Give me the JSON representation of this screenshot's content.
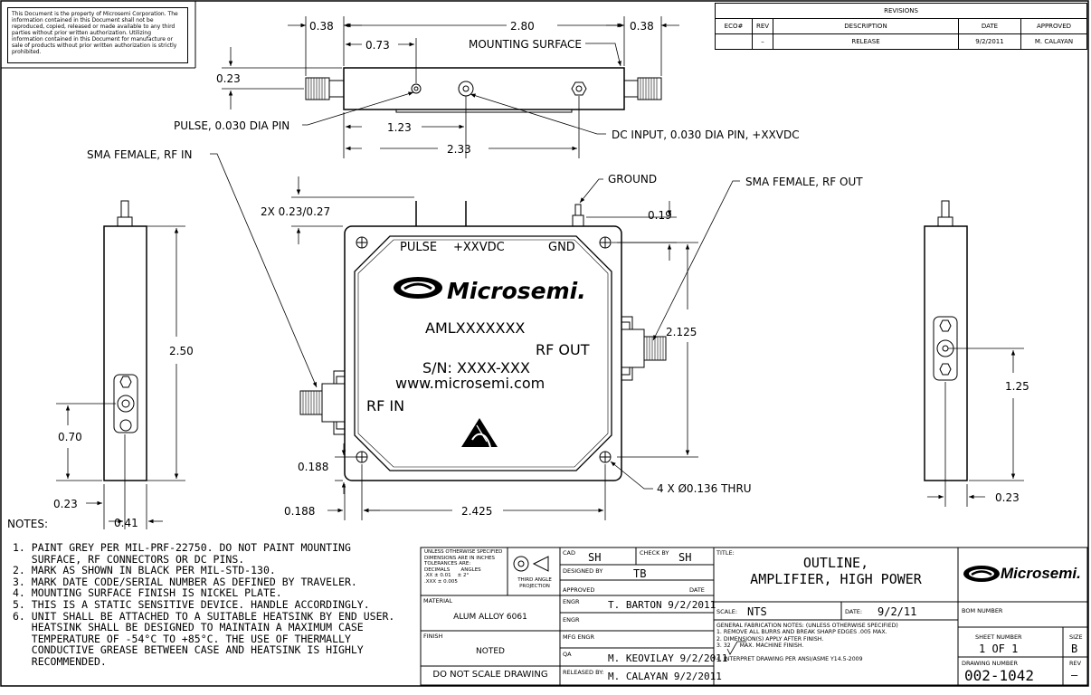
{
  "proprietary_notice": "This Document is the property of Microsemi Corporation. The information contained in this Document shall not be reproduced, copied, released or made available to any third parties without prior written authorization. Utilizing information contained in this Document for manufacture or sale of products without prior written authorization is strictly prohibited.",
  "revisions": {
    "title": "REVISIONS",
    "headers": [
      "ECO#",
      "REV",
      "DESCRIPTION",
      "DATE",
      "APPROVED"
    ],
    "row": [
      "",
      "–",
      "RELEASE",
      "9/2/2011",
      "M. CALAYAN"
    ]
  },
  "top_view": {
    "dim_038_left": "0.38",
    "dim_280": "2.80",
    "dim_038_right": "0.38",
    "dim_073": "0.73",
    "mounting_surface": "MOUNTING SURFACE",
    "dim_023": "0.23",
    "pulse_pin": "PULSE, 0.030 DIA PIN",
    "dim_123": "1.23",
    "dc_input": "DC INPUT, 0.030 DIA PIN, +XXVDC",
    "dim_233": "2.33"
  },
  "front_view": {
    "sma_rf_in": "SMA FEMALE, RF IN",
    "ground": "GROUND",
    "sma_rf_out": "SMA FEMALE, RF OUT",
    "dim_2x": "2X 0.23/0.27",
    "dim_019": "0.19",
    "label_pulse": "PULSE",
    "label_vdc": "+XXVDC",
    "label_gnd": "GND",
    "brand": "Microsemi.",
    "part": "AMLXXXXXXX",
    "rf_out": "RF OUT",
    "sn": "S/N: XXXX-XXX",
    "url": "www.microsemi.com",
    "rf_in": "RF IN",
    "dim_2125": "2.125",
    "dim_0188_v": "0.188",
    "dim_0188_h": "0.188",
    "dim_2425": "2.425",
    "holes": "4 X Ø0.136 THRU"
  },
  "left_view": {
    "dim_250": "2.50",
    "dim_070": "0.70",
    "dim_023": "0.23",
    "dim_041": "0.41"
  },
  "right_view": {
    "dim_125": "1.25",
    "dim_023": "0.23"
  },
  "notes": {
    "title": "NOTES:",
    "lines": [
      "1. PAINT GREY PER MIL-PRF-22750. DO NOT PAINT MOUNTING",
      "   SURFACE, RF CONNECTORS OR DC PINS.",
      "2. MARK AS SHOWN IN BLACK PER MIL-STD-130.",
      "3. MARK DATE CODE/SERIAL NUMBER AS DEFINED BY TRAVELER.",
      "4. MOUNTING SURFACE FINISH IS NICKEL PLATE.",
      "5. THIS IS A STATIC SENSITIVE DEVICE. HANDLE ACCORDINGLY.",
      "6. UNIT SHALL BE ATTACHED TO A SUITABLE HEATSINK BY END USER.",
      "   HEATSINK SHALL BE DESIGNED TO MAINTAIN A MAXIMUM CASE",
      "   TEMPERATURE OF -54°C TO +85°C. THE USE OF THERMALLY",
      "   CONDUCTIVE GREASE BETWEEN CASE AND HEATSINK IS HIGHLY",
      "   RECOMMENDED."
    ]
  },
  "title_block": {
    "tol_1": "UNLESS OTHERWISE SPECIFIED",
    "tol_2": "DIMENSIONS ARE IN INCHES",
    "tol_3": "TOLERANCES ARE:",
    "tol_decimals": "DECIMALS",
    "tol_angles": "ANGLES",
    "tol_xx": ".XX  ± 0.01",
    "tol_ang": "± 2°",
    "tol_xxx": ".XXX ± 0.005",
    "projection": "THIRD ANGLE PROJECTION",
    "material_label": "MATERIAL",
    "material": "ALUM ALLOY 6061",
    "finish_label": "FINISH",
    "finish": "NOTED",
    "do_not_scale": "DO NOT SCALE DRAWING",
    "cad_label": "CAD",
    "cad": "SH",
    "check_label": "CHECK BY",
    "check": "SH",
    "designed_label": "DESIGNED BY",
    "designed": "TB",
    "approved_label": "APPROVED",
    "date_label": "DATE",
    "engr_label": "ENGR",
    "engr": "T. BARTON 9/2/2011",
    "engr2_label": "ENGR",
    "mfg_label": "MFG ENGR",
    "qa_label": "QA",
    "qa": "M. KEOVILAY 9/2/2011",
    "released_label": "RELEASED BY:",
    "released": "M. CALAYAN 9/2/2011",
    "title_label": "TITLE:",
    "title_1": "OUTLINE,",
    "title_2": "AMPLIFIER, HIGH POWER",
    "scale_label": "SCALE:",
    "scale": "NTS",
    "date2_label": "DATE:",
    "date2": "9/2/11",
    "gen_1": "GENERAL FABRICATION NOTES: (UNLESS OTHERWISE SPECIFIED)",
    "gen_2": "1. REMOVE ALL BURRS AND BREAK SHARP EDGES .005 MAX.",
    "gen_3": "2. DIMENSION(S) APPLY AFTER FINISH.",
    "gen_4a": "3.",
    "gen_4b": "32",
    "gen_4c": "MAX. MACHINE FINISH.",
    "gen_5": "4. INTERPRET DRAWING PER ANSI/ASME Y14.5-2009",
    "brand": "Microsemi.",
    "bom_label": "BOM NUMBER",
    "sheet_label": "SHEET NUMBER",
    "sheet": "1 OF 1",
    "size_label": "SIZE",
    "size": "B",
    "dwg_label": "DRAWING NUMBER",
    "dwg": "002-1042",
    "rev_label": "REV",
    "rev": "–"
  }
}
